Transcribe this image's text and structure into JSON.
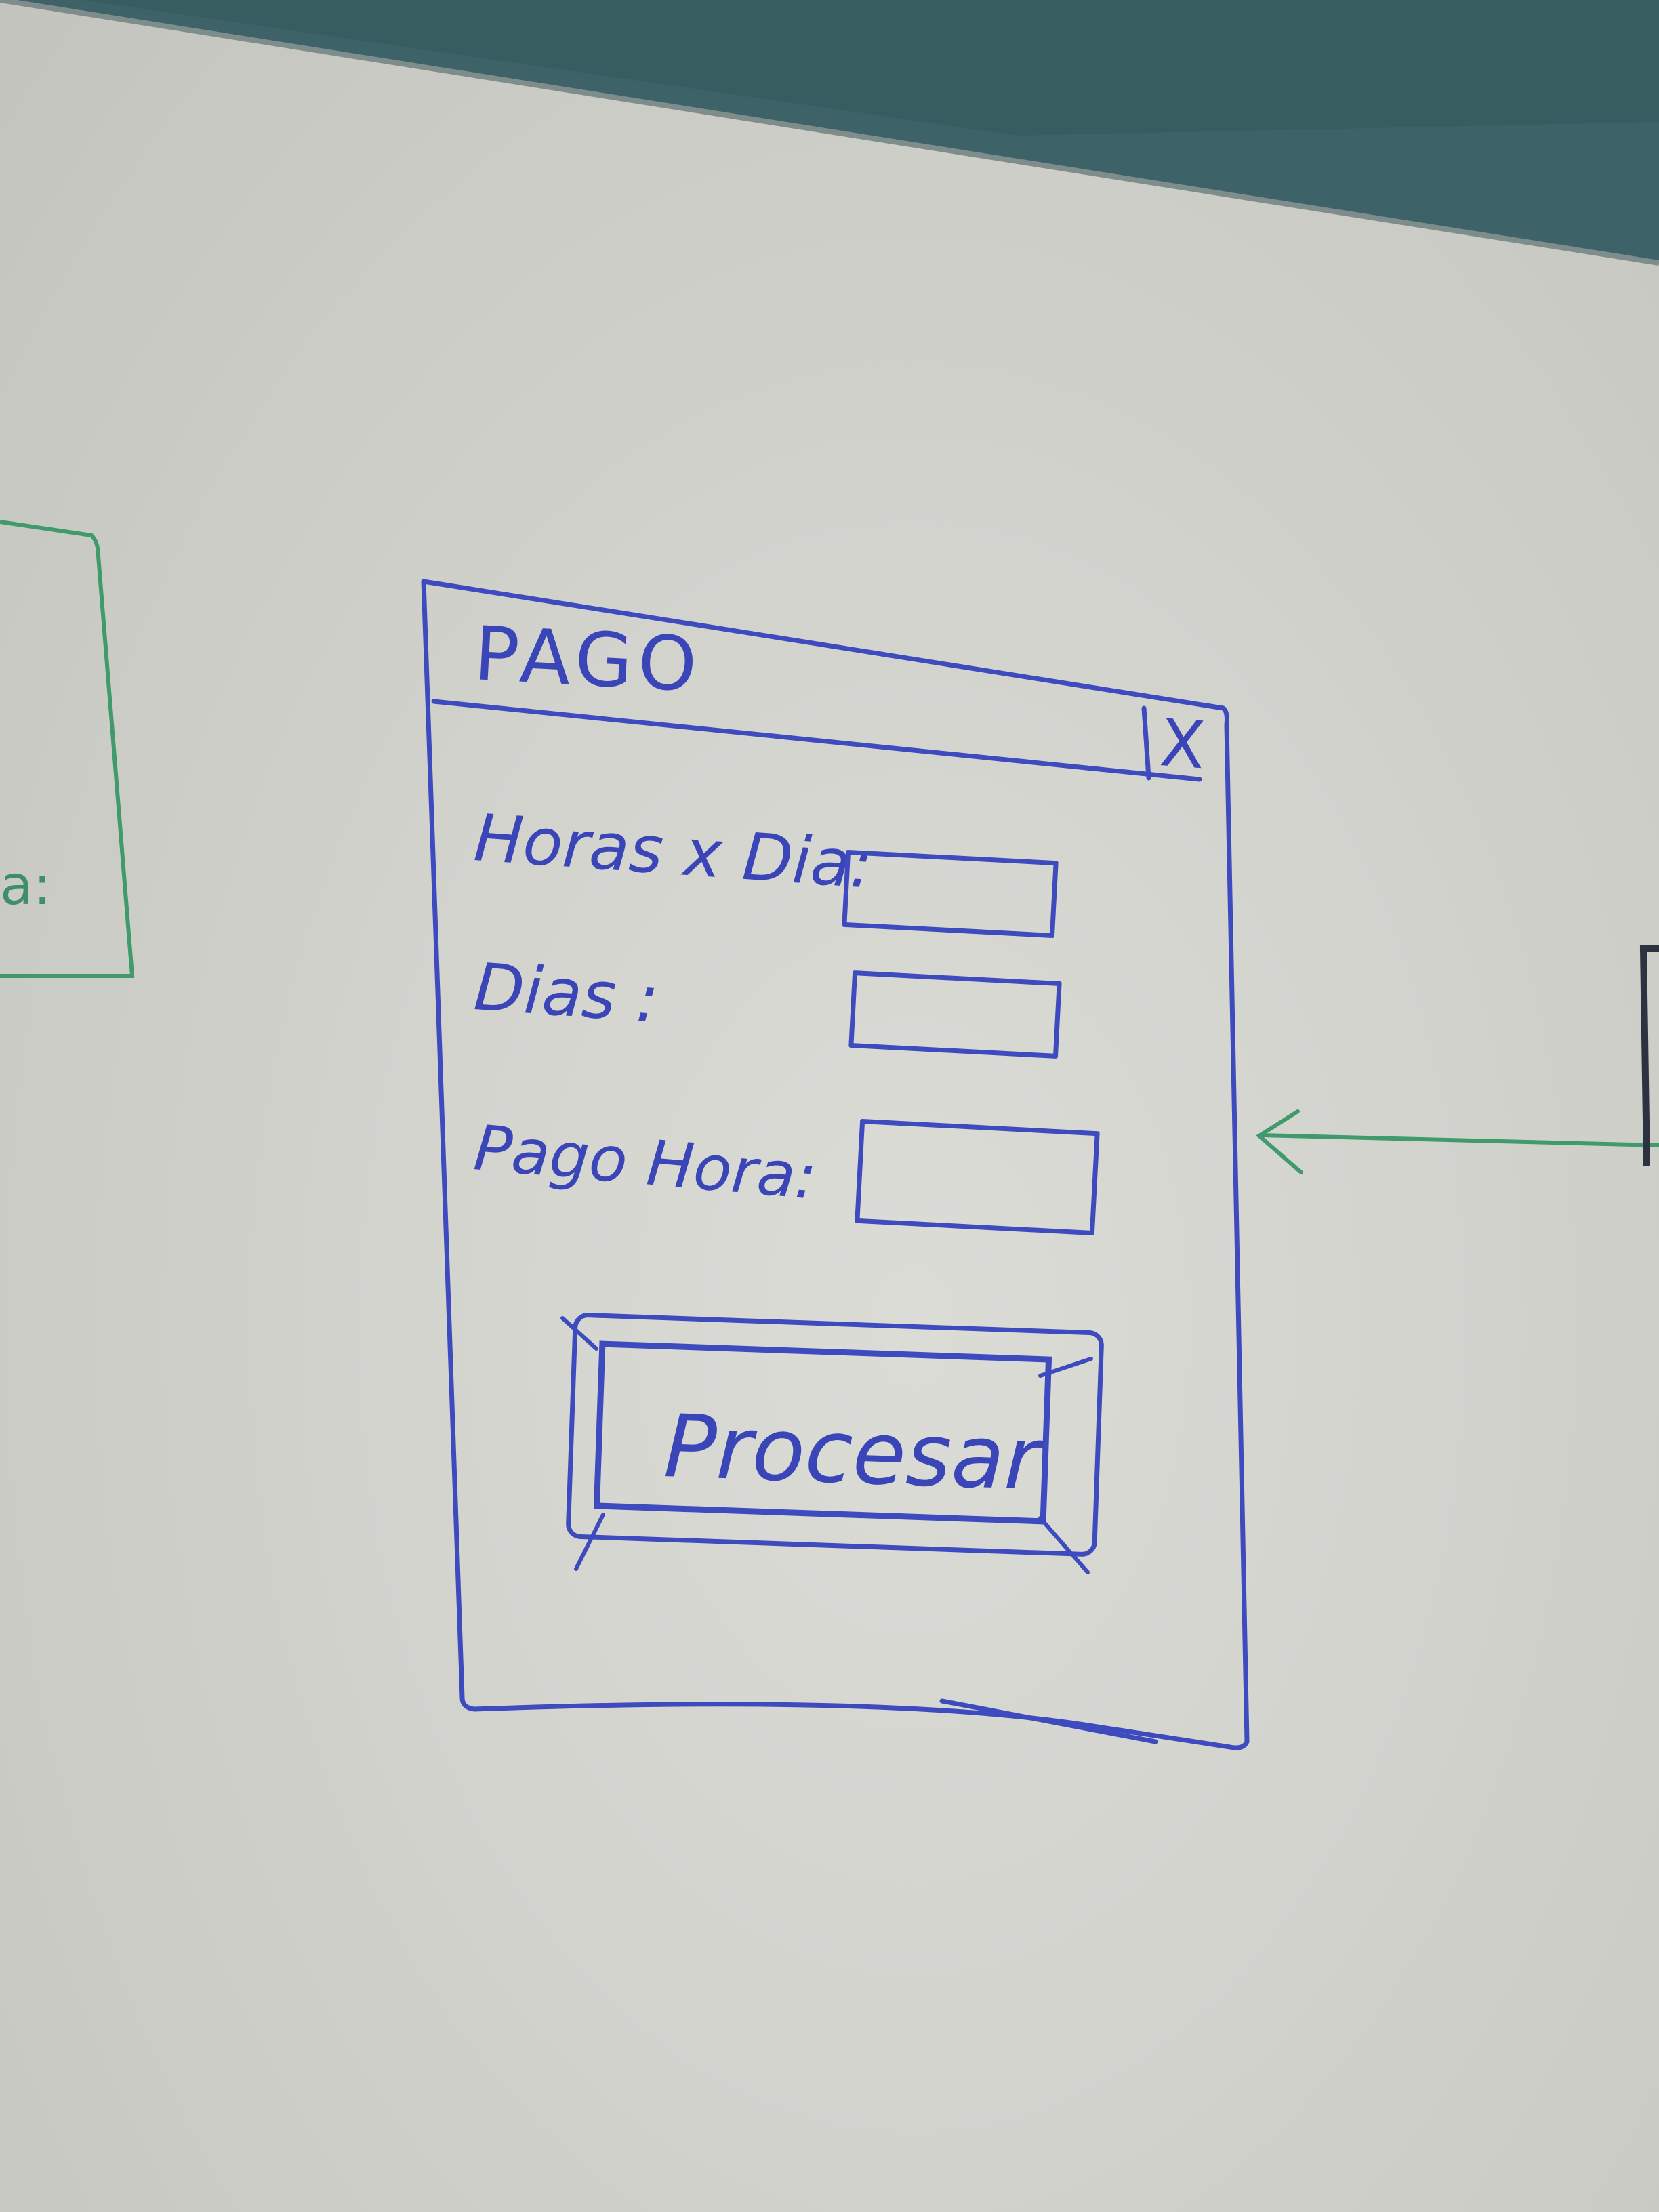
{
  "window": {
    "title": "PAGO",
    "close_label": "X"
  },
  "form": {
    "fields": [
      {
        "label": "Horas x Dia:",
        "value": ""
      },
      {
        "label": "Dias :",
        "value": ""
      },
      {
        "label": "Pago Hora:",
        "value": ""
      }
    ]
  },
  "actions": {
    "process_label": "Procesar"
  },
  "colors": {
    "ink": "#3e4bbf",
    "connector": "#3f9a6c",
    "board": "#d4d4cf",
    "ceiling": "#3e6468"
  }
}
